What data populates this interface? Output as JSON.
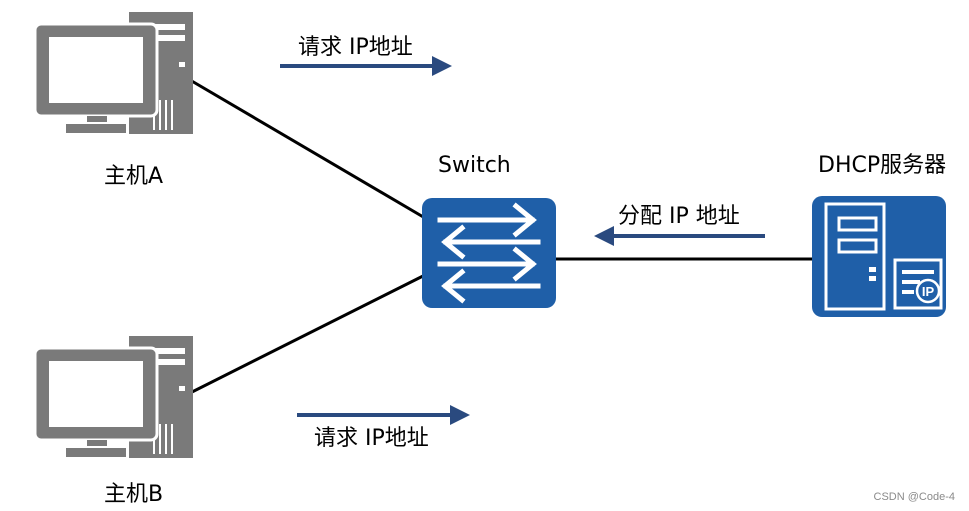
{
  "nodes": {
    "host_a": {
      "label": "主机A"
    },
    "host_b": {
      "label": "主机B"
    },
    "switch": {
      "label": "Switch"
    },
    "dhcp_server": {
      "label": "DHCP服务器"
    }
  },
  "edges": [
    {
      "from": "host_a",
      "to": "switch"
    },
    {
      "from": "host_b",
      "to": "switch"
    },
    {
      "from": "dhcp_server",
      "to": "switch"
    }
  ],
  "messages": {
    "request_a": "请求 IP地址",
    "request_b": "请求 IP地址",
    "assign": "分配 IP 地址"
  },
  "watermark": "CSDN @Code-4",
  "colors": {
    "host_gray": "#7a7a7a",
    "device_blue": "#1f5fa8",
    "arrow_navy": "#2a4a7f",
    "link": "#000000"
  },
  "icons": {
    "host_a": "desktop-computer-icon",
    "host_b": "desktop-computer-icon",
    "switch": "switch-icon",
    "dhcp_server": "ip-server-icon"
  }
}
